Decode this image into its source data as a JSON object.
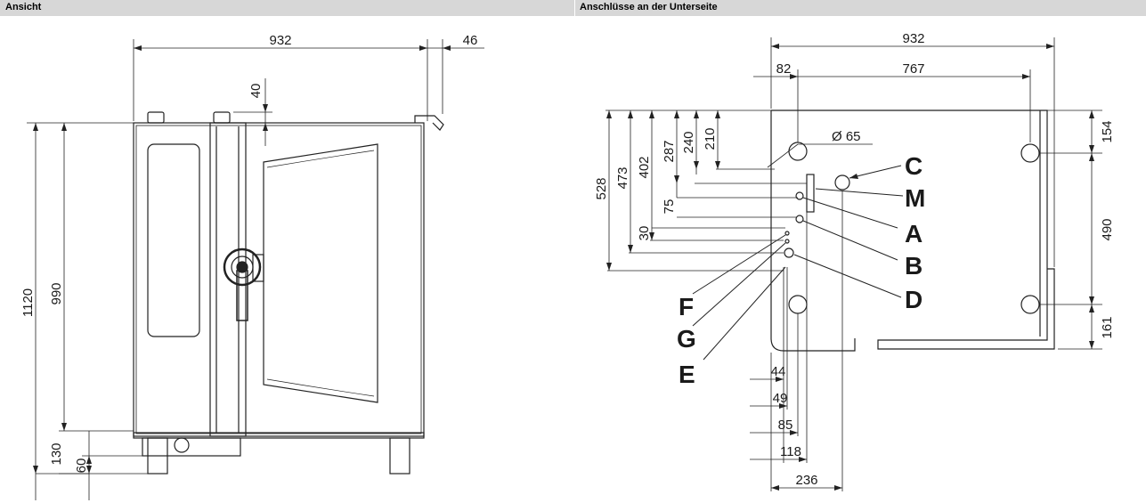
{
  "header": {
    "left_title": "Ansicht",
    "right_title": "Anschlüsse an der Unterseite"
  },
  "view": {
    "dims": {
      "width": "932",
      "right_offset": "46",
      "top_gap": "40",
      "total_height": "1120",
      "body_height": "990",
      "base_height": "130",
      "foot_height": "60"
    }
  },
  "bottom": {
    "dims": {
      "width": "932",
      "left_offset": "82",
      "span": "767",
      "diameter": "Ø 65",
      "v528": "528",
      "v473": "473",
      "v402": "402",
      "v287": "287",
      "v240": "240",
      "v210": "210",
      "v75": "75",
      "v30": "30",
      "r154": "154",
      "r490": "490",
      "r161": "161",
      "b44": "44",
      "b49": "49",
      "b85": "85",
      "b118": "118",
      "b236": "236"
    },
    "connections": {
      "c": "C",
      "m": "M",
      "a": "A",
      "b": "B",
      "d": "D",
      "f": "F",
      "g": "G",
      "e": "E"
    }
  }
}
